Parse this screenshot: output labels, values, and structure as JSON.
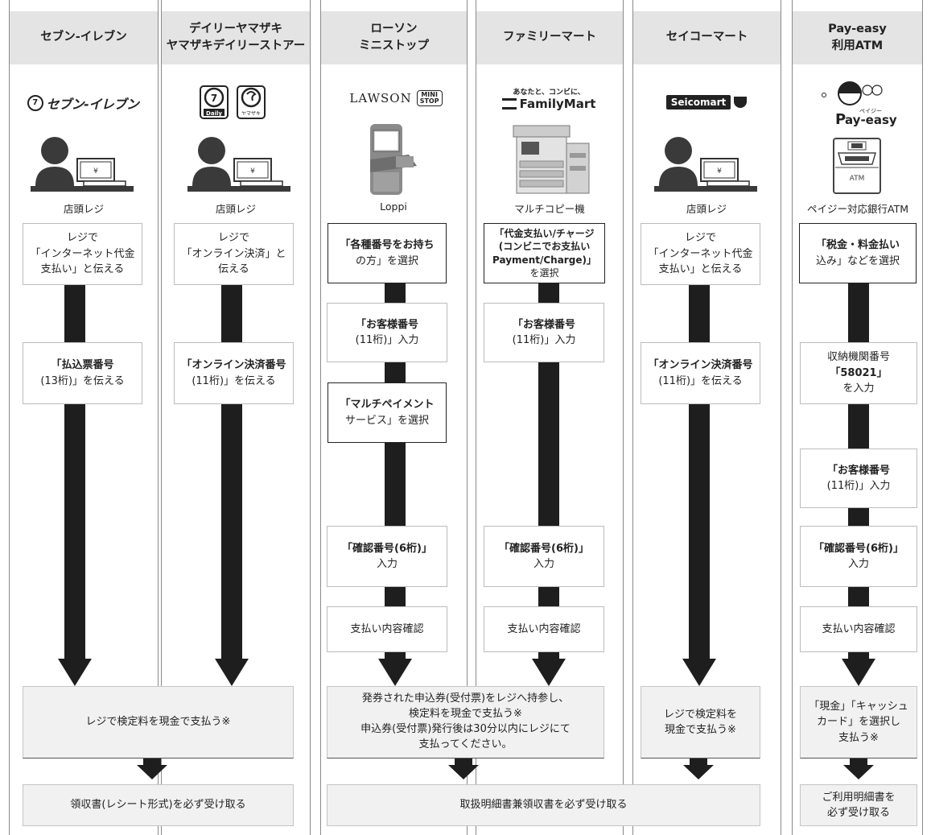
{
  "columns": [
    {
      "name": "セブン-イレブン"
    },
    {
      "name": "デイリーヤマザキ\nヤマザキデイリーストアー"
    },
    {
      "name": "ローソン\nミニストップ"
    },
    {
      "name": "ファミリーマート"
    },
    {
      "name": "セイコーマート"
    },
    {
      "name": "Pay-easy\n利用ATM"
    }
  ],
  "logos": {
    "seven": "セブン-イレブン",
    "daily_1": "Daily",
    "daily_2": "ヤマザキ",
    "lawson": "LAWSON",
    "ministop_1": "MINI",
    "ministop_2": "STOP",
    "familymart_tagline": "あなたと、コンビに、",
    "familymart": "FamilyMart",
    "seicomart": "Seicomart",
    "payeasy_small": "ペイジー",
    "payeasy": "ay-easy",
    "atm": "ATM",
    "yen": "¥"
  },
  "icon_labels": {
    "register": "店頭レジ",
    "loppi": "Loppi",
    "copier": "マルチコピー機",
    "atm": "ペイジー対応銀行ATM"
  },
  "steps": {
    "seven_1": [
      "レジで",
      "「インターネット代金",
      "支払い」と伝える"
    ],
    "daily_1": [
      "レジで",
      "「オンライン決済」と",
      "伝える"
    ],
    "lawson_1": [
      "「各種番号をお持ち",
      "の方」を選択"
    ],
    "fm_1": [
      "「代金支払い/チャージ",
      "(コンビニでお支払い",
      "Payment/Charge)」",
      "を選択"
    ],
    "seico_1": [
      "レジで",
      "「インターネット代金",
      "支払い」と伝える"
    ],
    "pe_1": [
      "「税金・料金払い",
      "込み」などを選択"
    ],
    "seven_2": [
      "「払込票番号",
      "(13桁)」を伝える"
    ],
    "daily_2": [
      "「オンライン決済番号",
      "(11桁)」を伝える"
    ],
    "lawson_2": [
      "「お客様番号",
      "(11桁)」入力"
    ],
    "fm_2": [
      "「お客様番号",
      "(11桁)」入力"
    ],
    "seico_2": [
      "「オンライン決済番号",
      "(11桁)」を伝える"
    ],
    "pe_2": [
      "収納機関番号",
      "「58021」",
      "を入力"
    ],
    "lawson_3": [
      "「マルチペイメント",
      "サービス」を選択"
    ],
    "pe_3": [
      "「お客様番号",
      "(11桁)」入力"
    ],
    "lawson_4": [
      "「確認番号(6桁)」",
      "入力"
    ],
    "fm_4": [
      "「確認番号(6桁)」",
      "入力"
    ],
    "pe_4": [
      "「確認番号(6桁)」",
      "入力"
    ],
    "lawson_5": [
      "支払い内容確認"
    ],
    "fm_5": [
      "支払い内容確認"
    ],
    "pe_5": [
      "支払い内容確認"
    ],
    "pay_seven_daily": [
      "レジで検定料を現金で支払う※"
    ],
    "pay_lawson_fm": [
      "発券された申込券(受付票)をレジへ持参し、",
      "検定料を現金で支払う※",
      "申込券(受付票)発行後は30分以内にレジにて",
      "支払ってください。"
    ],
    "pay_seico": [
      "レジで検定料を",
      "現金で支払う※"
    ],
    "pay_pe": [
      "「現金」「キャッシュ",
      "カード」を選択し",
      "支払う※"
    ],
    "receipt_seven_daily": [
      "領収書(レシート形式)を必ず受け取る"
    ],
    "receipt_shared": [
      "取扱明細書兼領収書を必ず受け取る"
    ],
    "receipt_pe": [
      "ご利用明細書を",
      "必ず受け取る"
    ]
  }
}
